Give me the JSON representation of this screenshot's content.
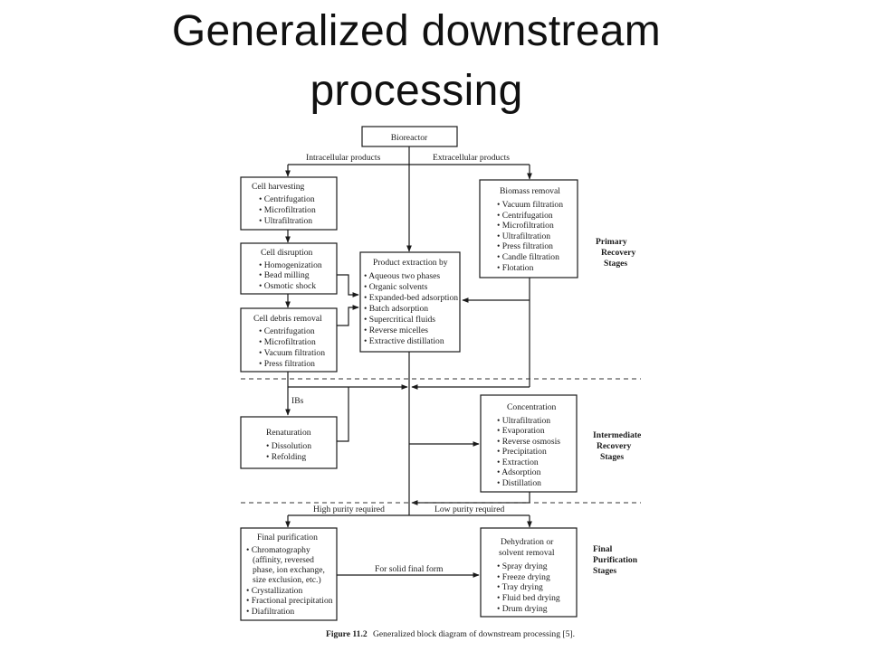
{
  "title": {
    "line1": "Generalized downstream",
    "line2": "processing"
  },
  "diagram": {
    "bioreactor": "Bioreactor",
    "branch_labels": {
      "intracellular": "Intracellular products",
      "extracellular": "Extracellular products",
      "ibs": "IBs",
      "high_purity": "High purity required",
      "low_purity": "Low purity required",
      "solid_form": "For solid final form"
    },
    "cell_harvesting": {
      "title": "Cell harvesting",
      "items": [
        "• Centrifugation",
        "• Microfiltration",
        "• Ultrafiltration"
      ]
    },
    "cell_disruption": {
      "title": "Cell disruption",
      "items": [
        "• Homogenization",
        "• Bead milling",
        "• Osmotic shock"
      ]
    },
    "cell_debris_removal": {
      "title": "Cell debris removal",
      "items": [
        "• Centrifugation",
        "• Microfiltration",
        "• Vacuum filtration",
        "• Press filtration"
      ]
    },
    "product_extraction": {
      "title": "Product extraction by",
      "items": [
        "• Aqueous two phases",
        "• Organic solvents",
        "• Expanded-bed adsorption",
        "• Batch adsorption",
        "• Supercritical fluids",
        "• Reverse micelles",
        "• Extractive distillation"
      ]
    },
    "biomass_removal": {
      "title": "Biomass removal",
      "items": [
        "• Vacuum filtration",
        "• Centrifugation",
        "• Microfiltration",
        "• Ultrafiltration",
        "• Press filtration",
        "• Candle filtration",
        "• Flotation"
      ]
    },
    "renaturation": {
      "title": "Renaturation",
      "items": [
        "• Dissolution",
        "• Refolding"
      ]
    },
    "concentration": {
      "title": "Concentration",
      "items": [
        "• Ultrafiltration",
        "• Evaporation",
        "• Reverse osmosis",
        "• Precipitation",
        "• Extraction",
        "• Adsorption",
        "• Distillation"
      ]
    },
    "final_purification": {
      "title": "Final purification",
      "items": [
        "• Chromatography",
        "(affinity, reversed",
        "phase, ion exchange,",
        "size exclusion, etc.)",
        "• Crystallization",
        "• Fractional precipitation",
        "• Diafiltration"
      ]
    },
    "dehydration": {
      "title1": "Dehydration or",
      "title2": "solvent removal",
      "items": [
        "• Spray drying",
        "• Freeze drying",
        "• Tray drying",
        "• Fluid bed drying",
        "• Drum drying"
      ]
    },
    "stages": {
      "primary": [
        "Primary",
        "Recovery",
        "Stages"
      ],
      "intermediate": [
        "Intermediate",
        "Recovery",
        "Stages"
      ],
      "final": [
        "Final",
        "Purification",
        "Stages"
      ]
    },
    "caption": {
      "label": "Figure 11.2",
      "text": "Generalized block diagram of downstream processing [5]."
    }
  }
}
